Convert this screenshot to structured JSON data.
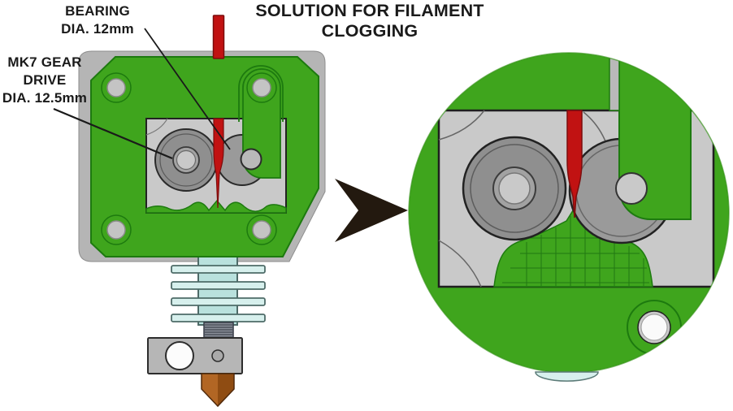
{
  "title": {
    "line1": "SOLUTION FOR FILAMENT",
    "line2": "CLOGGING"
  },
  "labels": {
    "bearing": {
      "line1": "BEARING",
      "line2": "DIA. 12mm"
    },
    "mk7_gear": {
      "line1": "MK7 GEAR",
      "line2": "DRIVE",
      "line3": "DIA. 12.5mm"
    }
  },
  "icons": {
    "zoom_arrow": "black arrow pointing from extruder assembly to magnified detail circle"
  },
  "colors": {
    "bg": "#ffffff",
    "ink": "#1a1a1a",
    "green": "#3fa51d",
    "green-dark": "#1d7a0f",
    "metal-light": "#c9c9c9",
    "metal-mid": "#b5b5b5",
    "gear-gray": "#8f8f8f",
    "red": "#c11212",
    "red-dark": "#7c0d0d",
    "cyan": "#d7f0ed",
    "cyan-mid": "#b9e1dd",
    "brass": "#b26624",
    "brass-dark": "#8f4c12",
    "arrow": "#23190f"
  }
}
